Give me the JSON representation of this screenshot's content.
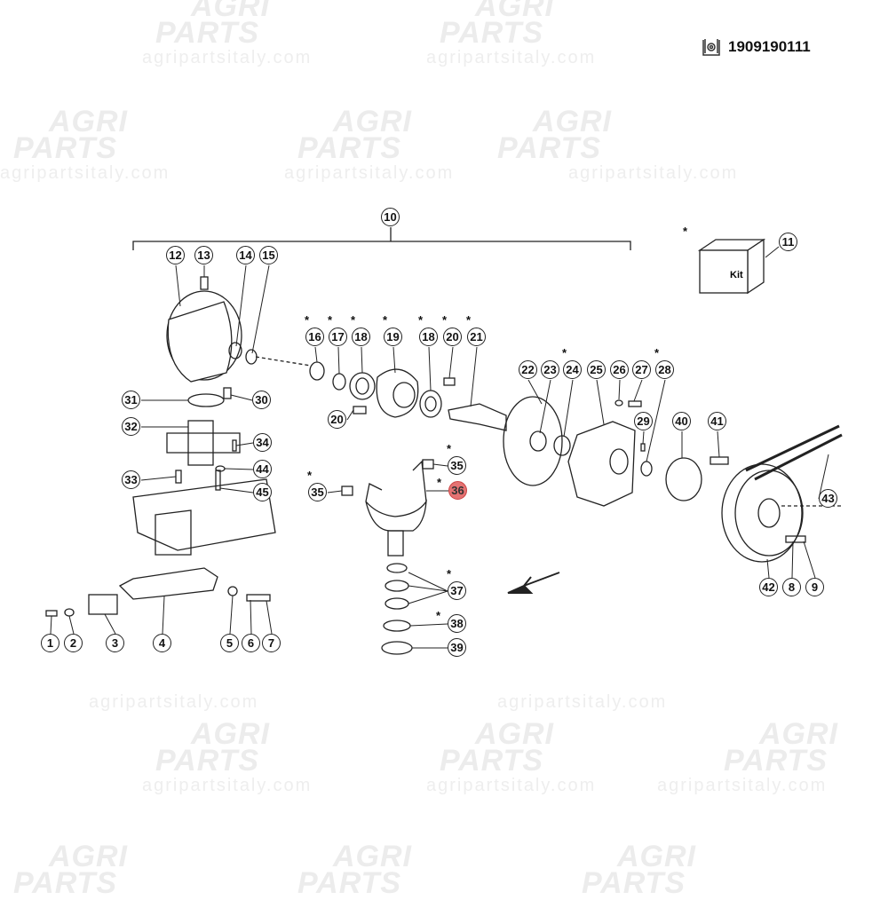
{
  "header": {
    "part_number": "1909190111",
    "icon": "manual-gear-icon"
  },
  "watermark": {
    "logo_line1": "AGRI",
    "logo_line2": "PARTS",
    "url": "agripartsitaly.com"
  },
  "kit": {
    "label": "Kit",
    "star": "*"
  },
  "callouts": [
    {
      "label": "10"
    },
    {
      "label": "11",
      "star": true
    },
    {
      "label": "12"
    },
    {
      "label": "13"
    },
    {
      "label": "14"
    },
    {
      "label": "15"
    },
    {
      "label": "16",
      "star": true
    },
    {
      "label": "17",
      "star": true
    },
    {
      "label": "18",
      "star": true
    },
    {
      "label": "19",
      "star": true
    },
    {
      "label": "18",
      "star": true
    },
    {
      "label": "20",
      "star": true
    },
    {
      "label": "21",
      "star": true
    },
    {
      "label": "22"
    },
    {
      "label": "23"
    },
    {
      "label": "24",
      "star": true
    },
    {
      "label": "25"
    },
    {
      "label": "26"
    },
    {
      "label": "27"
    },
    {
      "label": "28",
      "star": true
    },
    {
      "label": "29"
    },
    {
      "label": "40"
    },
    {
      "label": "41"
    },
    {
      "label": "20"
    },
    {
      "label": "31"
    },
    {
      "label": "30"
    },
    {
      "label": "32"
    },
    {
      "label": "34"
    },
    {
      "label": "44"
    },
    {
      "label": "45"
    },
    {
      "label": "33"
    },
    {
      "label": "35",
      "star": true
    },
    {
      "label": "35",
      "star": true
    },
    {
      "label": "36",
      "star": true,
      "highlighted": true
    },
    {
      "label": "43"
    },
    {
      "label": "37",
      "star": true
    },
    {
      "label": "38",
      "star": true
    },
    {
      "label": "39"
    },
    {
      "label": "42"
    },
    {
      "label": "8"
    },
    {
      "label": "9"
    },
    {
      "label": "1"
    },
    {
      "label": "2"
    },
    {
      "label": "3"
    },
    {
      "label": "4"
    },
    {
      "label": "5"
    },
    {
      "label": "6"
    },
    {
      "label": "7"
    }
  ],
  "colors": {
    "highlight": "#e57373",
    "line": "#222222",
    "watermark": "#ececec"
  }
}
